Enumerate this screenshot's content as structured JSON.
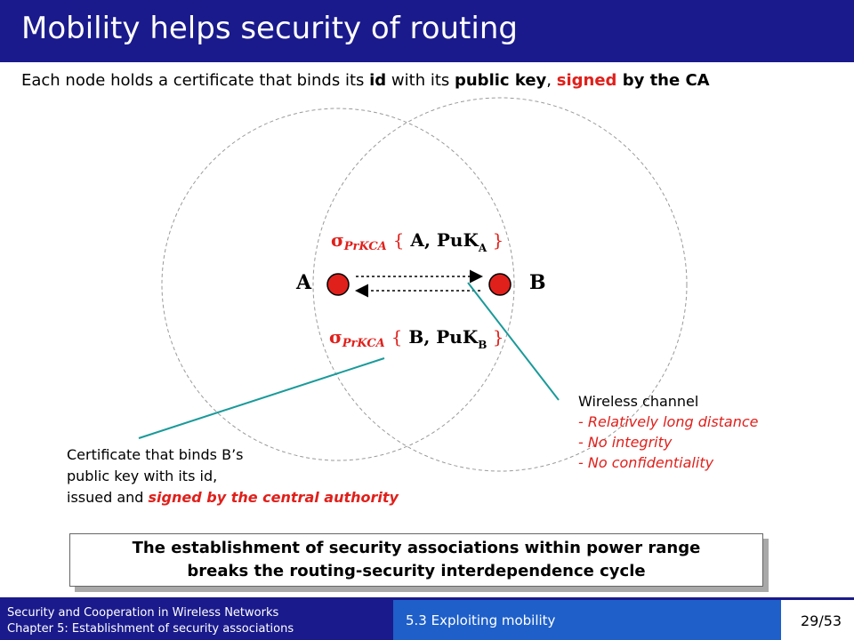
{
  "title": "Mobility helps security of routing",
  "subtitle": {
    "part1": "Each node holds a certificate that binds its ",
    "id": "id",
    "part2": " with its ",
    "public_key": "public key",
    "comma": ", ",
    "signed": "signed",
    "by_ca": " by the CA"
  },
  "nodes": {
    "a": "A",
    "b": "B"
  },
  "cert_a": {
    "sigma": "σ",
    "key": "PrKCA",
    "open": "{",
    "text": " A, PuK",
    "sub": "A",
    "close": " }"
  },
  "cert_b": {
    "sigma": "σ",
    "key": "PrKCA",
    "open": "{",
    "text": " B, PuK",
    "sub": "B",
    "close": " }"
  },
  "wireless": {
    "title": "Wireless channel",
    "items": [
      "- Relatively long distance",
      "- No integrity",
      "- No confidentiality"
    ]
  },
  "cert_note": {
    "line1": "Certificate that binds B’s",
    "line2": "public key with its id,",
    "line3_prefix": "issued and ",
    "line3_emph": "signed by the central authority"
  },
  "box": {
    "line1": "The establishment of security associations within power range",
    "line2": "breaks the routing-security interdependence cycle"
  },
  "footer": {
    "left_line1": "Security and Cooperation in Wireless Networks",
    "left_line2": "Chapter 5: Establishment of security associations",
    "section": "5.3 Exploiting mobility",
    "page": "29/53"
  },
  "colors": {
    "header": "#1a1a8c",
    "accent": "#e0201b",
    "callout_line": "#1a9a9a",
    "footer_mid": "#1e5fc9"
  }
}
